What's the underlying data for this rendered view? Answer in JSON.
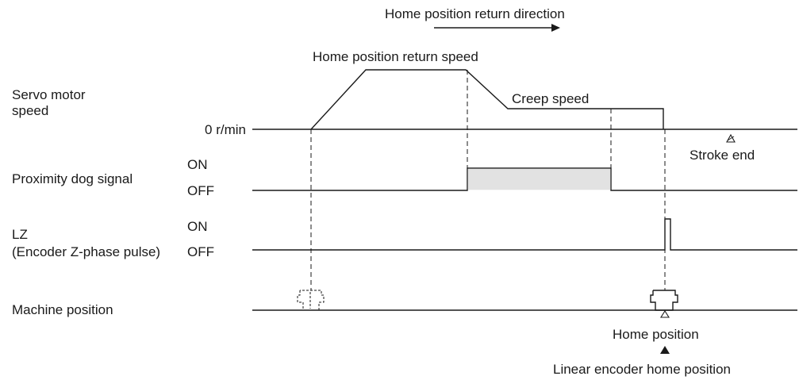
{
  "direction": {
    "label": "Home position return direction"
  },
  "speed_graph": {
    "label_line1": "Servo motor",
    "label_line2": "speed",
    "zero_label": "0 r/min",
    "return_speed_label": "Home position return speed",
    "creep_speed_label": "Creep speed",
    "stroke_end_label": "Stroke end"
  },
  "proximity_dog": {
    "label": "Proximity dog signal",
    "on_label": "ON",
    "off_label": "OFF"
  },
  "lz": {
    "label_line1": "LZ",
    "label_line2": "(Encoder Z-phase pulse)",
    "on_label": "ON",
    "off_label": "OFF"
  },
  "machine_position": {
    "label": "Machine position",
    "home_label": "Home position",
    "linear_home_label": "Linear encoder home position"
  }
}
